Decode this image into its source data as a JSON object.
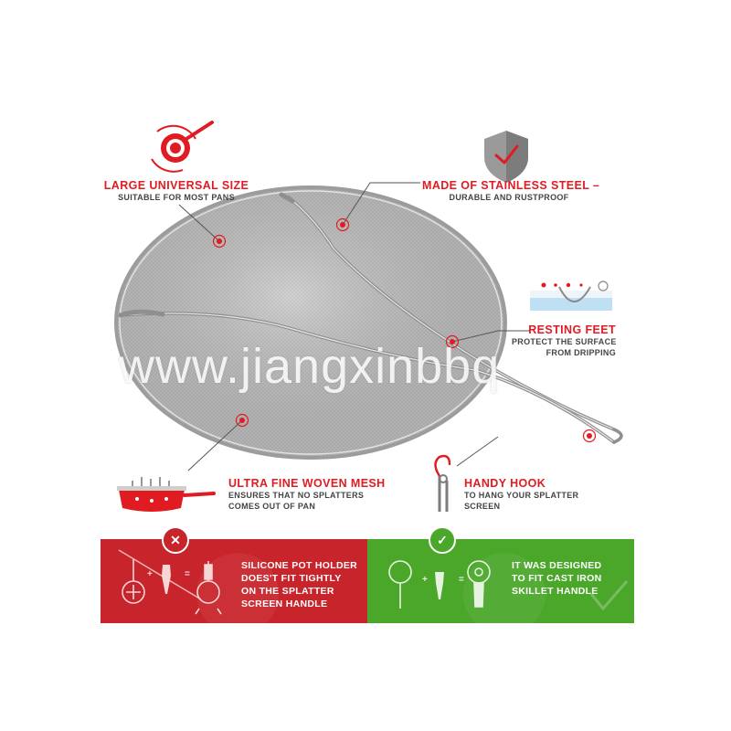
{
  "colors": {
    "accent_red": "#e11b22",
    "panel_red": "#c8242b",
    "panel_green": "#4aa72a",
    "text_dark": "#444444",
    "steel": "#b9b9b9"
  },
  "features": {
    "size": {
      "title": "LARGE UNIVERSAL SIZE",
      "subtitle": "SUITABLE FOR MOST PANS",
      "icon": "pan-target-icon"
    },
    "steel": {
      "title": "MADE OF STAINLESS STEEL –",
      "subtitle": "DURABLE AND RUSTPROOF",
      "icon": "shield-check-icon"
    },
    "feet": {
      "title": "RESTING FEET",
      "lines": [
        "PROTECT THE SURFACE",
        "FROM DRIPPING"
      ],
      "icon": "resting-feet-icon"
    },
    "mesh": {
      "title": "ULTRA FINE WOVEN MESH",
      "lines": [
        "ENSURES THAT NO SPLATTERS",
        "COMES OUT OF PAN"
      ],
      "icon": "frying-pan-icon"
    },
    "hook": {
      "title": "HANDY HOOK",
      "lines": [
        "TO HANG YOUR SPLATTER",
        "SCREEN"
      ],
      "icon": "hook-icon"
    }
  },
  "comparison": {
    "bad": {
      "lines": [
        "SILICONE POT HOLDER",
        "DOES'T FIT TIGHTLY",
        "ON THE SPLATTER",
        "SCREEN HANDLE"
      ],
      "badge": "✕",
      "plus": "+",
      "equals": "="
    },
    "good": {
      "lines": [
        "IT WAS DESIGNED",
        "TO FIT CAST IRON",
        "SKILLET HANDLE"
      ],
      "badge": "✓",
      "plus": "+",
      "equals": "="
    }
  },
  "watermark": "www.jiangxinbbq"
}
